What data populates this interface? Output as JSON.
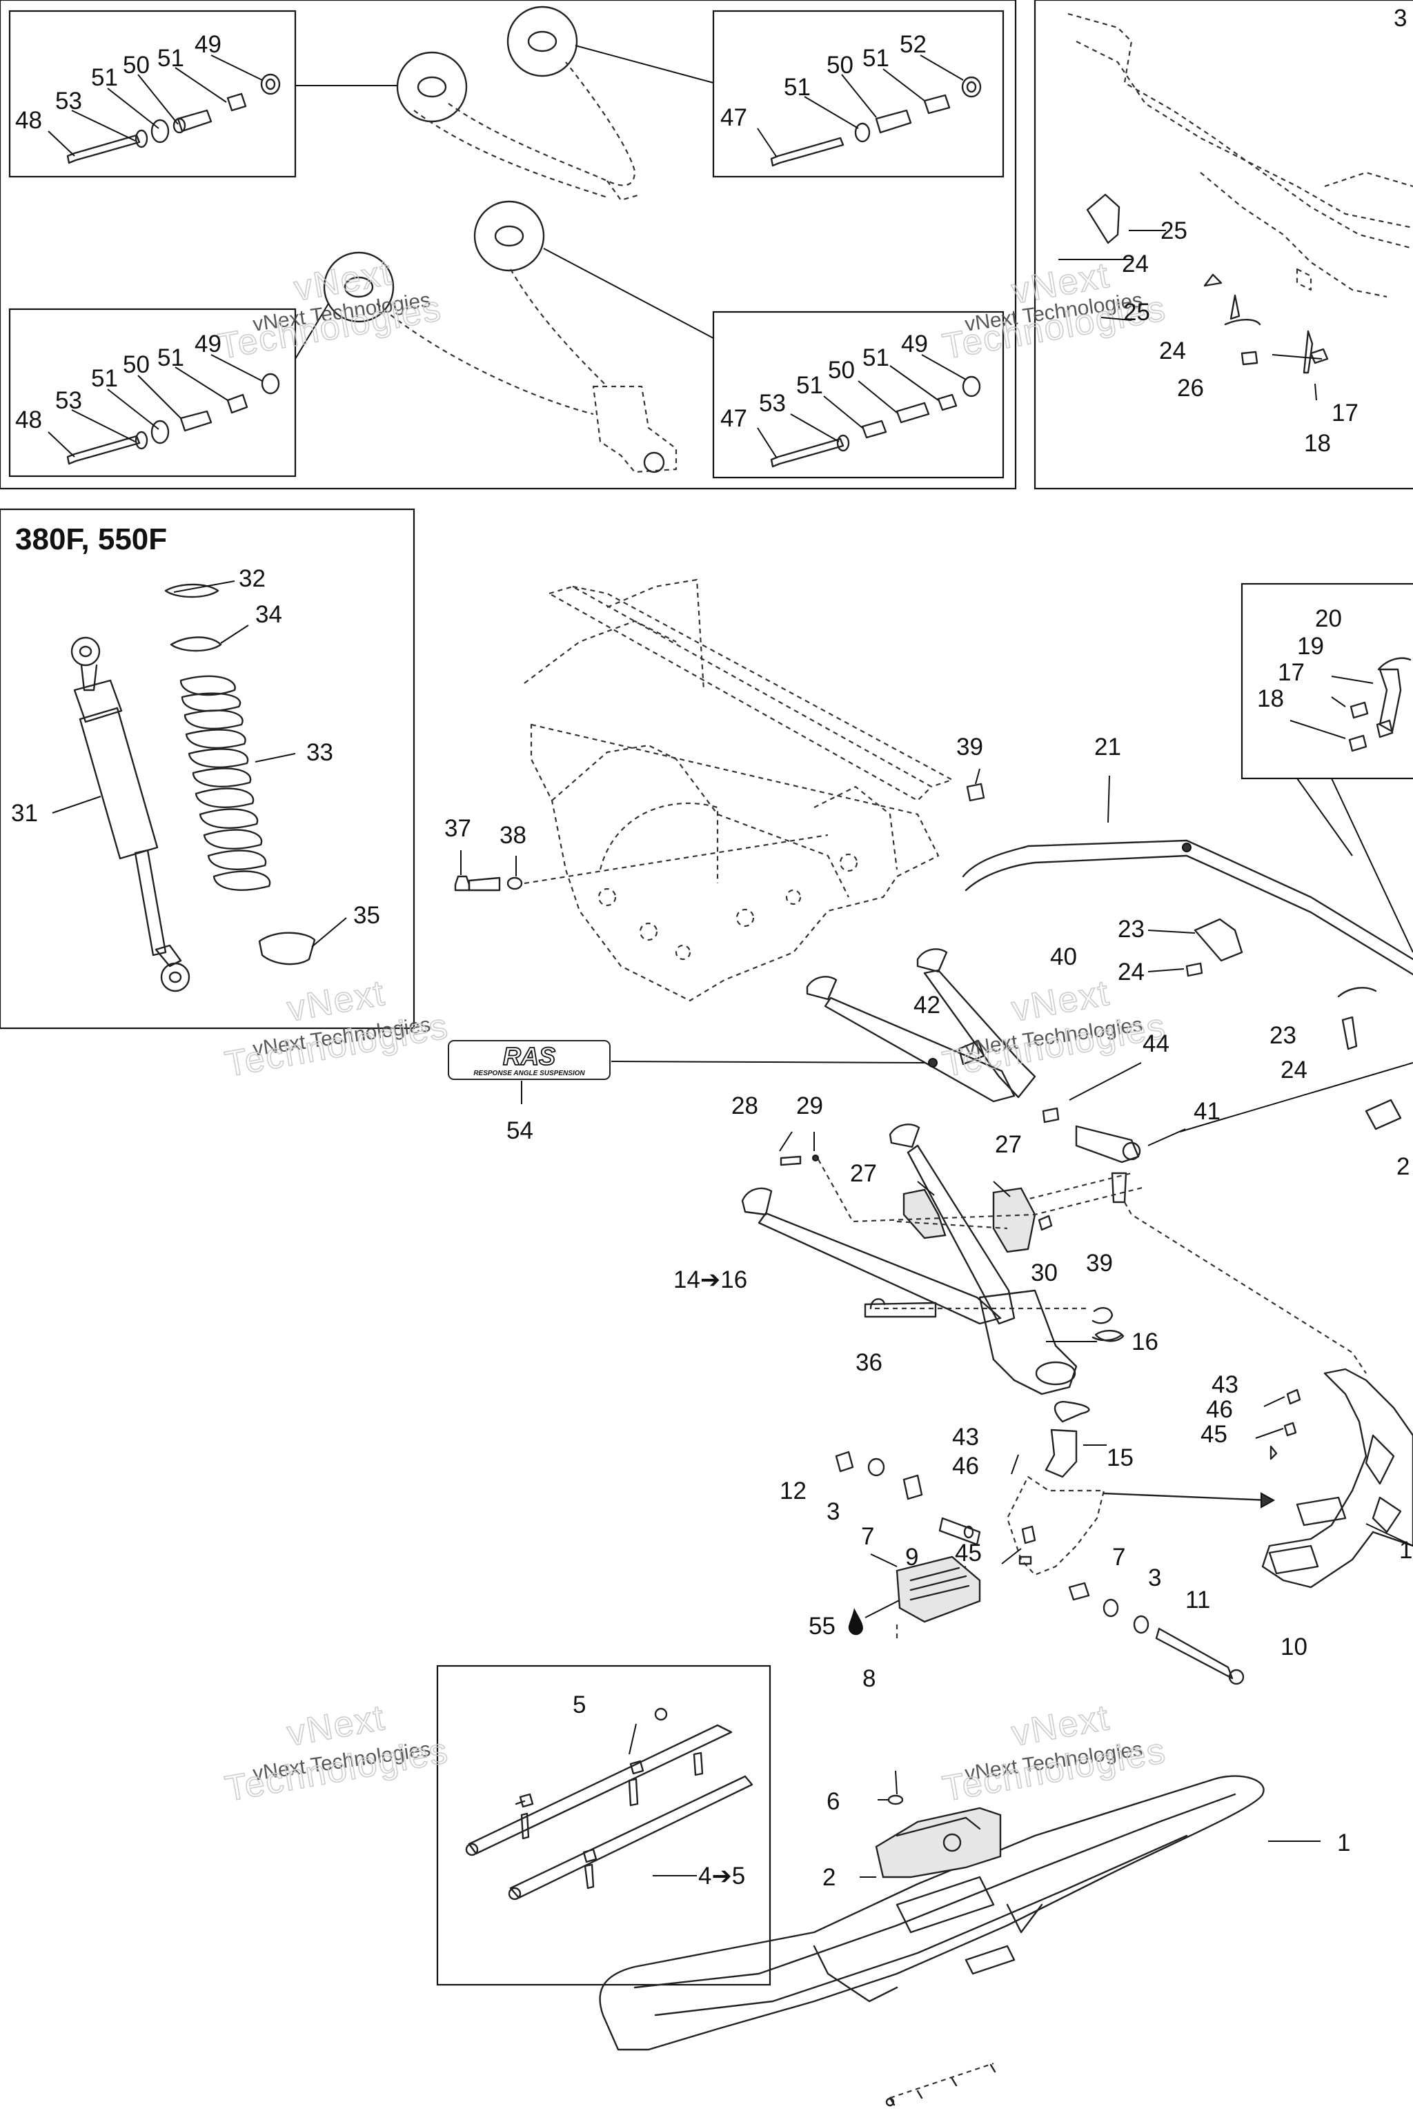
{
  "inset_title": "380F, 550F",
  "logo_text": "RAS",
  "logo_subtitle": "RESPONSE ANGLE SUSPENSION",
  "watermark_line1": "vNext Technologies",
  "watermark_line2": "vNext",
  "watermark_line3": "Technologies",
  "callouts": [
    {
      "id": "c48a",
      "text": "48"
    },
    {
      "id": "c53a",
      "text": "53"
    },
    {
      "id": "c51a",
      "text": "51"
    },
    {
      "id": "c50a",
      "text": "50"
    },
    {
      "id": "c51b",
      "text": "51"
    },
    {
      "id": "c49a",
      "text": "49"
    },
    {
      "id": "c47a",
      "text": "47"
    },
    {
      "id": "c51c",
      "text": "51"
    },
    {
      "id": "c50b",
      "text": "50"
    },
    {
      "id": "c51d",
      "text": "51"
    },
    {
      "id": "c52a",
      "text": "52"
    },
    {
      "id": "c48b",
      "text": "48"
    },
    {
      "id": "c53b",
      "text": "53"
    },
    {
      "id": "c51e",
      "text": "51"
    },
    {
      "id": "c50c",
      "text": "50"
    },
    {
      "id": "c51f",
      "text": "51"
    },
    {
      "id": "c49b",
      "text": "49"
    },
    {
      "id": "c47b",
      "text": "47"
    },
    {
      "id": "c53c",
      "text": "53"
    },
    {
      "id": "c51g",
      "text": "51"
    },
    {
      "id": "c50d",
      "text": "50"
    },
    {
      "id": "c51h",
      "text": "51"
    },
    {
      "id": "c49c",
      "text": "49"
    },
    {
      "id": "c3top",
      "text": "3"
    },
    {
      "id": "c25a",
      "text": "25"
    },
    {
      "id": "c24a",
      "text": "24"
    },
    {
      "id": "c25b",
      "text": "25"
    },
    {
      "id": "c24b",
      "text": "24"
    },
    {
      "id": "c26",
      "text": "26"
    },
    {
      "id": "c17a",
      "text": "17"
    },
    {
      "id": "c18a",
      "text": "18"
    },
    {
      "id": "c32",
      "text": "32"
    },
    {
      "id": "c34",
      "text": "34"
    },
    {
      "id": "c33",
      "text": "33"
    },
    {
      "id": "c31",
      "text": "31"
    },
    {
      "id": "c35",
      "text": "35"
    },
    {
      "id": "c20",
      "text": "20"
    },
    {
      "id": "c19",
      "text": "19"
    },
    {
      "id": "c17b",
      "text": "17"
    },
    {
      "id": "c18b",
      "text": "18"
    },
    {
      "id": "c39a",
      "text": "39"
    },
    {
      "id": "c21",
      "text": "21"
    },
    {
      "id": "c37",
      "text": "37"
    },
    {
      "id": "c38",
      "text": "38"
    },
    {
      "id": "c23a",
      "text": "23"
    },
    {
      "id": "c24c",
      "text": "24"
    },
    {
      "id": "c40",
      "text": "40"
    },
    {
      "id": "c42",
      "text": "42"
    },
    {
      "id": "c44",
      "text": "44"
    },
    {
      "id": "c23b",
      "text": "23"
    },
    {
      "id": "c24d",
      "text": "24"
    },
    {
      "id": "c54",
      "text": "54"
    },
    {
      "id": "c28",
      "text": "28"
    },
    {
      "id": "c29",
      "text": "29"
    },
    {
      "id": "c27a",
      "text": "27"
    },
    {
      "id": "c27b",
      "text": "27"
    },
    {
      "id": "c41",
      "text": "41"
    },
    {
      "id": "c2r",
      "text": "2"
    },
    {
      "id": "c30",
      "text": "30"
    },
    {
      "id": "c14",
      "text": "14➔16"
    },
    {
      "id": "c39b",
      "text": "39"
    },
    {
      "id": "c36",
      "text": "36"
    },
    {
      "id": "c16",
      "text": "16"
    },
    {
      "id": "c43a",
      "text": "43"
    },
    {
      "id": "c46a",
      "text": "46"
    },
    {
      "id": "c45a",
      "text": "45"
    },
    {
      "id": "c15",
      "text": "15"
    },
    {
      "id": "c12",
      "text": "12"
    },
    {
      "id": "c3a",
      "text": "3"
    },
    {
      "id": "c7a",
      "text": "7"
    },
    {
      "id": "c9",
      "text": "9"
    },
    {
      "id": "c43b",
      "text": "43"
    },
    {
      "id": "c46b",
      "text": "46"
    },
    {
      "id": "c45b",
      "text": "45"
    },
    {
      "id": "c55",
      "text": "55"
    },
    {
      "id": "c7b",
      "text": "7"
    },
    {
      "id": "c3b",
      "text": "3"
    },
    {
      "id": "c11",
      "text": "11"
    },
    {
      "id": "c10",
      "text": "10"
    },
    {
      "id": "c1r",
      "text": "1"
    },
    {
      "id": "c8",
      "text": "8"
    },
    {
      "id": "c5",
      "text": "5"
    },
    {
      "id": "c45to5",
      "text": "4➔5"
    },
    {
      "id": "c6",
      "text": "6"
    },
    {
      "id": "c2",
      "text": "2"
    },
    {
      "id": "c1",
      "text": "1"
    }
  ]
}
